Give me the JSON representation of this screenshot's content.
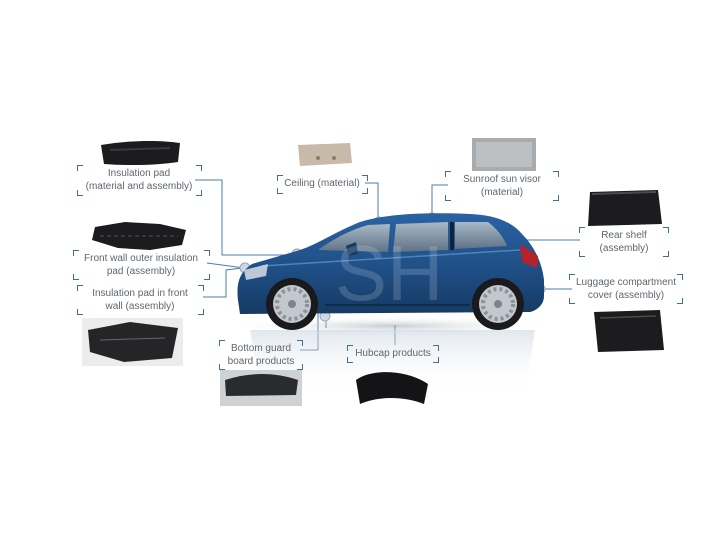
{
  "watermark": "SH",
  "parts": [
    {
      "id": "insulation-pad",
      "lines": [
        "Insulation pad",
        "(material and assembly)"
      ]
    },
    {
      "id": "ceiling",
      "lines": [
        "Ceiling (material)"
      ]
    },
    {
      "id": "sunroof-sun-visor",
      "lines": [
        "Sunroof sun visor",
        "(material)"
      ]
    },
    {
      "id": "front-wall-outer-insulation-pad",
      "lines": [
        "Front wall outer insulation",
        "pad (assembly)"
      ]
    },
    {
      "id": "insulation-pad-in-front-wall",
      "lines": [
        "Insulation pad in front",
        "wall (assembly)"
      ]
    },
    {
      "id": "rear-shelf",
      "lines": [
        "Rear shelf",
        "(assembly)"
      ]
    },
    {
      "id": "luggage-compartment-cover",
      "lines": [
        "Luggage compartment",
        "cover (assembly)"
      ]
    },
    {
      "id": "bottom-guard-board-products",
      "lines": [
        "Bottom guard",
        "board products"
      ]
    },
    {
      "id": "hubcap-products",
      "lines": [
        "Hubcap products"
      ]
    }
  ],
  "colors": {
    "car_body": "#1f4f86",
    "leader_line": "#4a7cab",
    "bracket": "#3f6f9a",
    "label_text": "#5d6670",
    "part_dark": "#1c1c1e",
    "part_light": "#c9b9a9"
  }
}
